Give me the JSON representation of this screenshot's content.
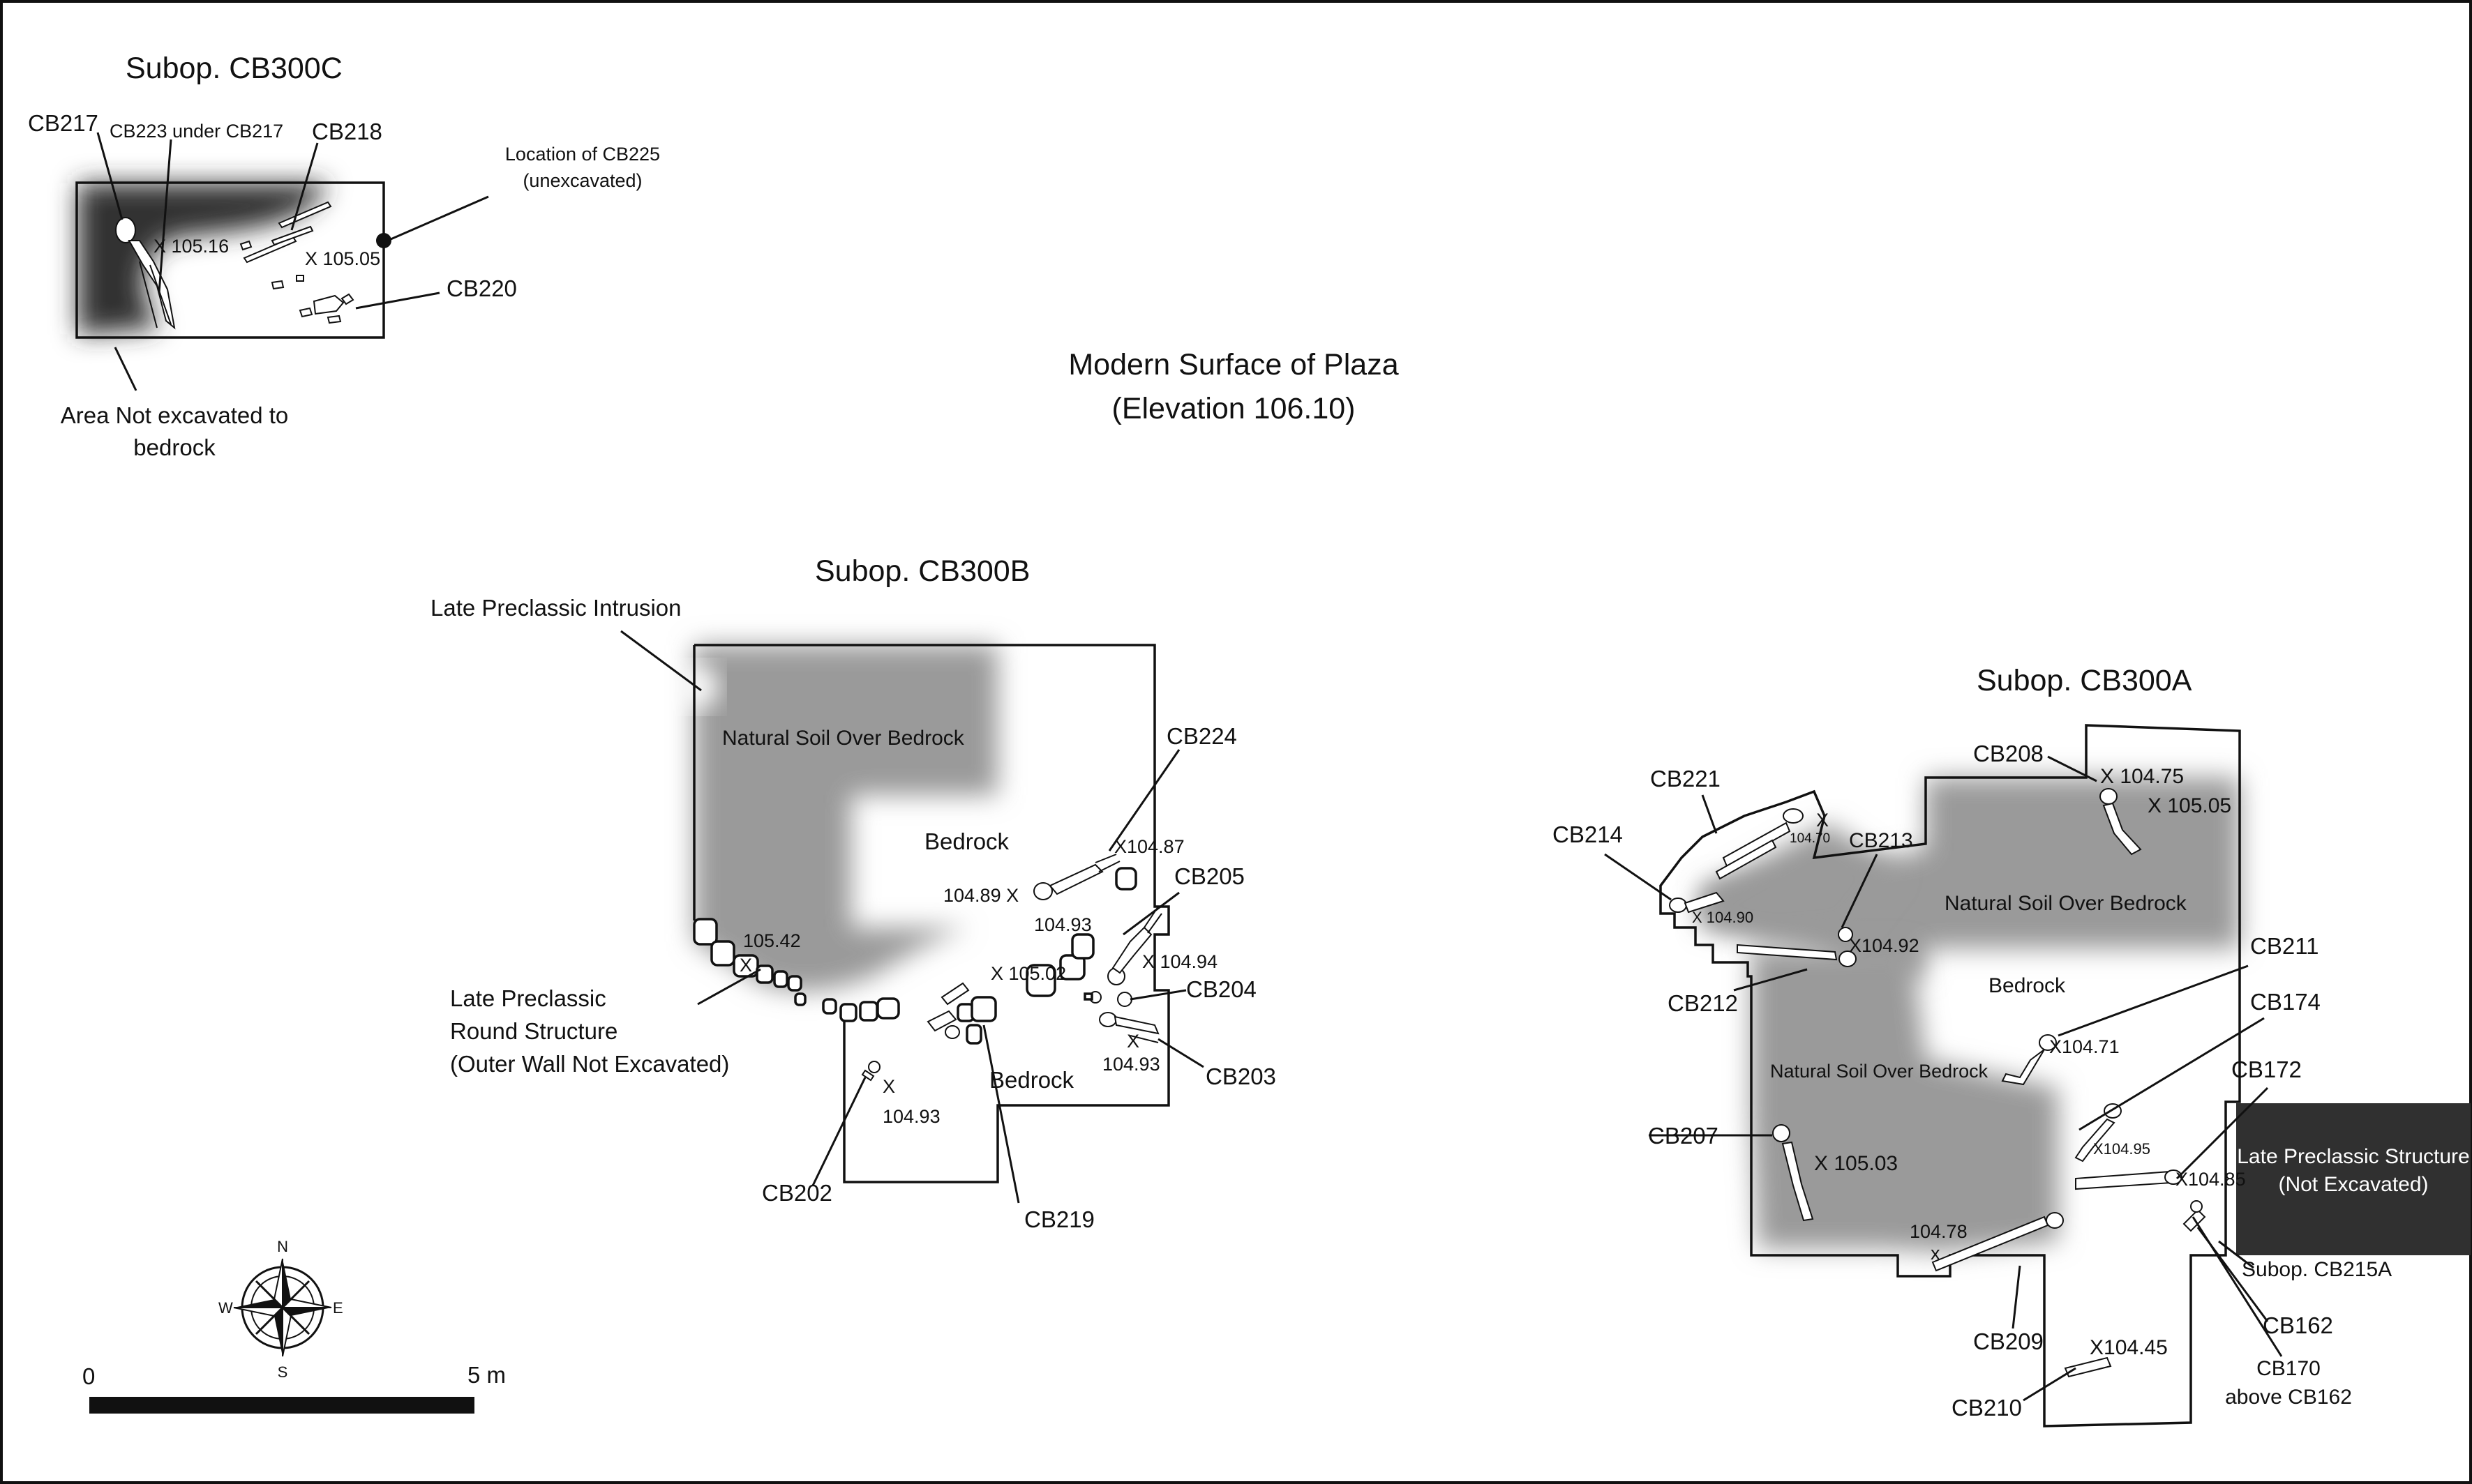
{
  "modern_surface": {
    "line1": "Modern Surface of Plaza",
    "line2": "(Elevation 106.10)"
  },
  "subop_c": {
    "title": "Subop. CB300C",
    "cb217": "CB217",
    "cb223": "CB223 under CB217",
    "cb218": "CB218",
    "cb225_line1": "Location of CB225",
    "cb225_line2": "(unexcavated)",
    "cb220": "CB220",
    "elev_a": "X 105.16",
    "elev_b": "X 105.05",
    "not_exc_line1": "Area Not excavated to",
    "not_exc_line2": "bedrock"
  },
  "subop_b": {
    "title": "Subop. CB300B",
    "intrusion": "Late Preclassic Intrusion",
    "natural_soil": "Natural Soil Over Bedrock",
    "bedrock1": "Bedrock",
    "bedrock2": "Bedrock",
    "cb224": "CB224",
    "cb205": "CB205",
    "cb204": "CB204",
    "cb203": "CB203",
    "cb202": "CB202",
    "cb219": "CB219",
    "round_line1": "Late Preclassic",
    "round_line2": "Round Structure",
    "round_line3": "(Outer Wall Not Excavated)",
    "e10542": "105.42",
    "ex": "X",
    "e10487": "X104.87",
    "e10489": "104.89 X",
    "e10493a": "104.93",
    "e10502": "X 105.02",
    "e10494": "X 104.94",
    "ex2": "X",
    "e10493b": "104.93",
    "ex3": "X",
    "e10493c": "104.93"
  },
  "subop_a": {
    "title": "Subop. CB300A",
    "cb221": "CB221",
    "cb214": "CB214",
    "cb213": "CB213",
    "cb212": "CB212",
    "cb208": "CB208",
    "cb211": "CB211",
    "cb174": "CB174",
    "cb172": "CB172",
    "cb207": "CB207",
    "cb209": "CB209",
    "cb210": "CB210",
    "cb162": "CB162",
    "cb170_line1": "CB170",
    "cb170_line2": "above CB162",
    "cb215a": "Subop. CB215A",
    "natural_soil_top": "Natural Soil Over Bedrock",
    "natural_soil_left": "Natural Soil Over Bedrock",
    "bedrock": "Bedrock",
    "structure_line1": "Late Preclassic Structure",
    "structure_line2": "(Not Excavated)",
    "e10475": "X 104.75",
    "e10505": "X 105.05",
    "e_x": "X",
    "e10470": "104.70",
    "e10490": "X 104.90",
    "e10492": "X104.92",
    "e10471": "X104.71",
    "e10503": "X 105.03",
    "e10495": "X104.95",
    "e10485": "X104.85",
    "e10478": "104.78",
    "e_x2": "x",
    "e10445": "X104.45"
  },
  "compass": {
    "n": "N",
    "s": "S",
    "e": "E",
    "w": "W"
  },
  "scale": {
    "start": "0",
    "end": "5 m"
  },
  "colors": {
    "shade": "#9a9a9a",
    "dark": "#303030",
    "line": "#111111"
  }
}
